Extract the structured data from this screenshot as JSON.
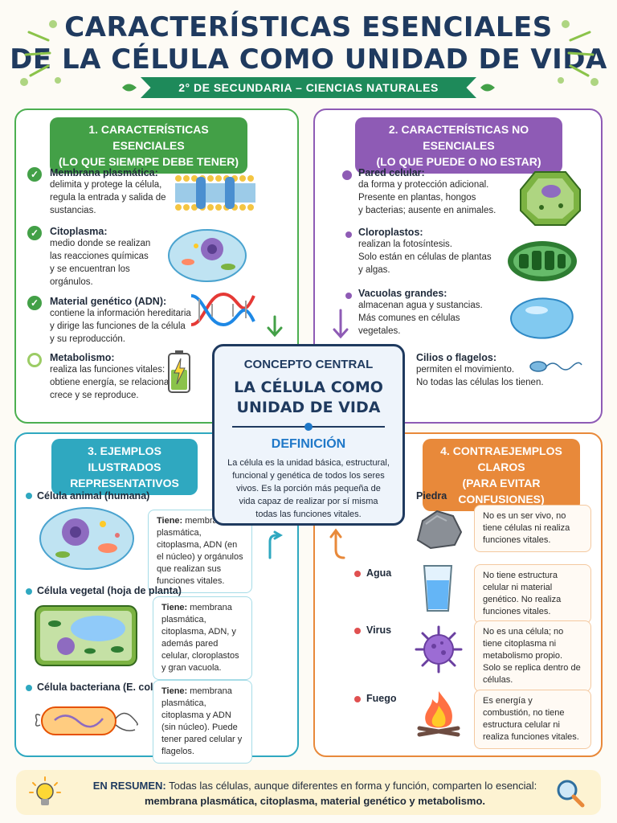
{
  "header": {
    "title_line1": "Características esenciales",
    "title_line2": "de la célula como unidad de vida",
    "subtitle": "2° de Secundaria – Ciencias Naturales"
  },
  "panel1": {
    "heading_line1": "1. Características esenciales",
    "heading_line2": "(Lo que siemrpe debe tener)",
    "items": [
      {
        "title": "Membrana plasmática:",
        "text": [
          "delimita y protege la célula,",
          "regula la entrada y salida de",
          "sustancias."
        ],
        "icon": "cell-membrane-icon"
      },
      {
        "title": "Citoplasma:",
        "text": [
          "medio donde se realizan",
          "las reacciones químicas",
          "y se encuentran los",
          "orgánulos."
        ],
        "icon": "cytoplasm-icon"
      },
      {
        "title": "Material genético (ADN):",
        "text": [
          "contiene la información hereditaria",
          "y dirige las funciones de la célula",
          "y su reproducción."
        ],
        "icon": "dna-icon"
      },
      {
        "title": "Metabolismo:",
        "text": [
          "realiza las funciones vitales:",
          "obtiene energía, se relaciona,",
          "crece y se reproduce."
        ],
        "icon": "battery-icon"
      }
    ]
  },
  "panel2": {
    "heading_line1": "2. Características no esenciales",
    "heading_line2": "(Lo que puede o no estar)",
    "items": [
      {
        "title": "Pared celular:",
        "text": [
          "da forma y protección adicional.",
          "Presente en plantas, hongos",
          "y bacterias; ausente en animales."
        ],
        "icon": "cell-wall-icon"
      },
      {
        "title": "Cloroplastos:",
        "text": [
          "realizan la fotosíntesis.",
          "Solo están en células de plantas",
          "y algas."
        ],
        "icon": "chloroplast-icon"
      },
      {
        "title": "Vacuolas grandes:",
        "text": [
          "almacenan agua y sustancias.",
          "Más comunes en células",
          "vegetales."
        ],
        "icon": "vacuole-icon"
      },
      {
        "title": "Cilios o flagelos:",
        "text": [
          "permiten el movimiento.",
          "No todas las células los tienen."
        ],
        "icon": "flagellum-icon"
      }
    ]
  },
  "center": {
    "label": "Concepto central",
    "big_line1": "La célula como",
    "big_line2": "unidad de vida",
    "def_label": "Definición",
    "def_text": "La célula es la unidad básica, estructural, funcional y genética de todos los seres vivos. Es la porción más pequeña de vida capaz de realizar por sí misma todas las funciones vitales."
  },
  "panel3": {
    "heading_line1": "3. Ejemplos ilustrados",
    "heading_line2": "representativos",
    "items": [
      {
        "title": "Célula animal (humana)",
        "desc_bold": "Tiene:",
        "desc": " membrana plasmática, citoplasma, ADN (en el núcleo) y orgánulos que realizan sus funciones vitales.",
        "icon": "animal-cell-icon"
      },
      {
        "title": "Célula vegetal (hoja de planta)",
        "desc_bold": "Tiene:",
        "desc": " membrana plasmática, citoplasma, ADN, y además pared celular, cloroplastos y gran vacuola.",
        "icon": "plant-cell-icon"
      },
      {
        "title": "Célula bacteriana (E. coli)",
        "desc_bold": "Tiene:",
        "desc": " membrana plasmática, citoplasma y ADN (sin núcleo). Puede tener pared celular y flagelos.",
        "icon": "bacteria-icon"
      }
    ]
  },
  "panel4": {
    "heading_line1": "4. Contraejemplos claros",
    "heading_line2": "(Para evitar confusiones)",
    "items": [
      {
        "title": "Piedra",
        "desc": "No es un ser vivo, no tiene células ni realiza funciones vitales.",
        "icon": "rock-icon"
      },
      {
        "title": "Agua",
        "desc": "No tiene estructura celular ni material genético. No realiza funciones vitales.",
        "icon": "water-glass-icon"
      },
      {
        "title": "Virus",
        "desc": "No es una célula; no tiene citoplasma ni metabolismo propio. Solo se replica dentro de células.",
        "icon": "virus-icon"
      },
      {
        "title": "Fuego",
        "desc": "Es energía y combustión, no tiene estructura celular ni realiza funciones vitales.",
        "icon": "fire-icon"
      }
    ]
  },
  "summary": {
    "label": "En resumen:",
    "text1": " Todas las células, aunque diferentes en forma y función, comparten lo esencial:",
    "text2": "membrana plasmática, citoplasma, material genético y metabolismo."
  },
  "colors": {
    "green": "#4caf50",
    "purple": "#8e5bb5",
    "cyan": "#2fa8c0",
    "orange": "#e8893a",
    "navy": "#1f3a5f"
  }
}
